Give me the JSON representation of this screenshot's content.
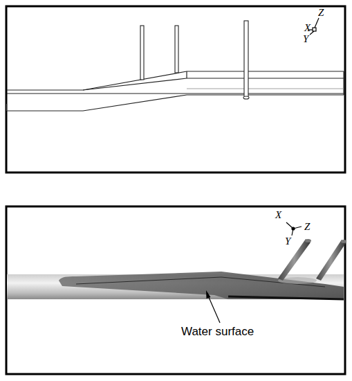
{
  "diagram": {
    "labels": [
      "X",
      "Z",
      "Y",
      "X",
      "Z",
      "Y",
      "Water surface"
    ]
  }
}
